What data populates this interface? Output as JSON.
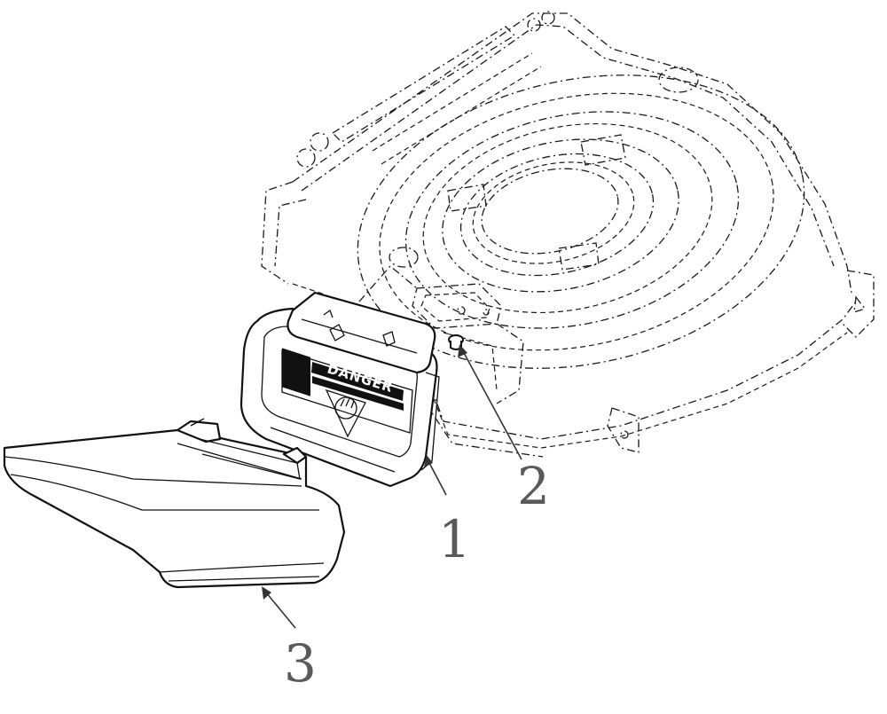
{
  "callouts": [
    {
      "id": "1",
      "label": "1"
    },
    {
      "id": "2",
      "label": "2"
    },
    {
      "id": "3",
      "label": "3"
    }
  ],
  "decal": {
    "headline": "DANGER"
  },
  "colors": {
    "line": "#111111",
    "callout_text": "#5a5a5a",
    "background": "#ffffff"
  }
}
